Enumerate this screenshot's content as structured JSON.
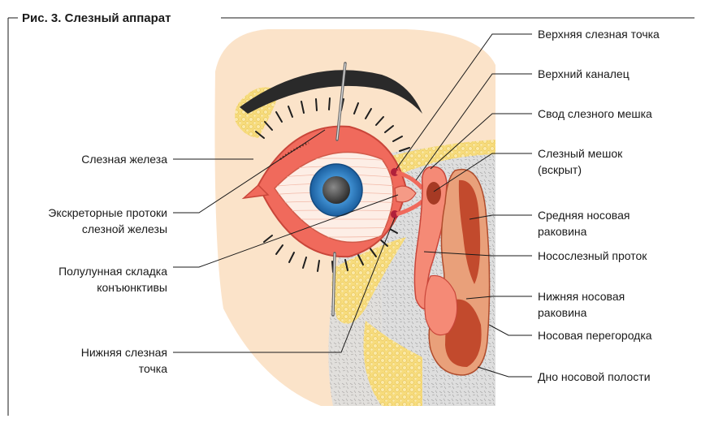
{
  "figure": {
    "title": "Рис. 3. Слезный аппарат",
    "labels_left": [
      {
        "id": "lacrimal-gland",
        "lines": [
          "Слезная железа"
        ]
      },
      {
        "id": "excretory-ducts",
        "lines": [
          "Экскреторные протоки",
          "слезной железы"
        ]
      },
      {
        "id": "semilunar-fold",
        "lines": [
          "Полулунная складка",
          "конъюнктивы"
        ]
      },
      {
        "id": "lower-punctum",
        "lines": [
          "Нижняя слезная",
          "точка"
        ]
      }
    ],
    "labels_right": [
      {
        "id": "upper-punctum",
        "lines": [
          "Верхняя слезная точка"
        ]
      },
      {
        "id": "upper-canaliculus",
        "lines": [
          "Верхний каналец"
        ]
      },
      {
        "id": "sac-fornix",
        "lines": [
          "Свод слезного мешка"
        ]
      },
      {
        "id": "lacrimal-sac",
        "lines": [
          "Слезный мешок",
          "(вскрыт)"
        ]
      },
      {
        "id": "middle-concha",
        "lines": [
          "Средняя носовая",
          "раковина"
        ]
      },
      {
        "id": "nasolacrimal-duct",
        "lines": [
          "Носослезный проток"
        ]
      },
      {
        "id": "inferior-concha",
        "lines": [
          "Нижняя носовая",
          "раковина"
        ]
      },
      {
        "id": "nasal-septum",
        "lines": [
          "Носовая перегородка"
        ]
      },
      {
        "id": "nasal-floor",
        "lines": [
          "Дно носовой полости"
        ]
      }
    ],
    "colors": {
      "skin": "#fbe3c9",
      "fat": "#f7dc7c",
      "conjunctiva": "#f06a5c",
      "sclera": "#fdeee6",
      "iris": "#1f6fb5",
      "pupil": "#3f3f3f",
      "mucosa": "#c24a2d",
      "bone": "#dedede"
    }
  }
}
